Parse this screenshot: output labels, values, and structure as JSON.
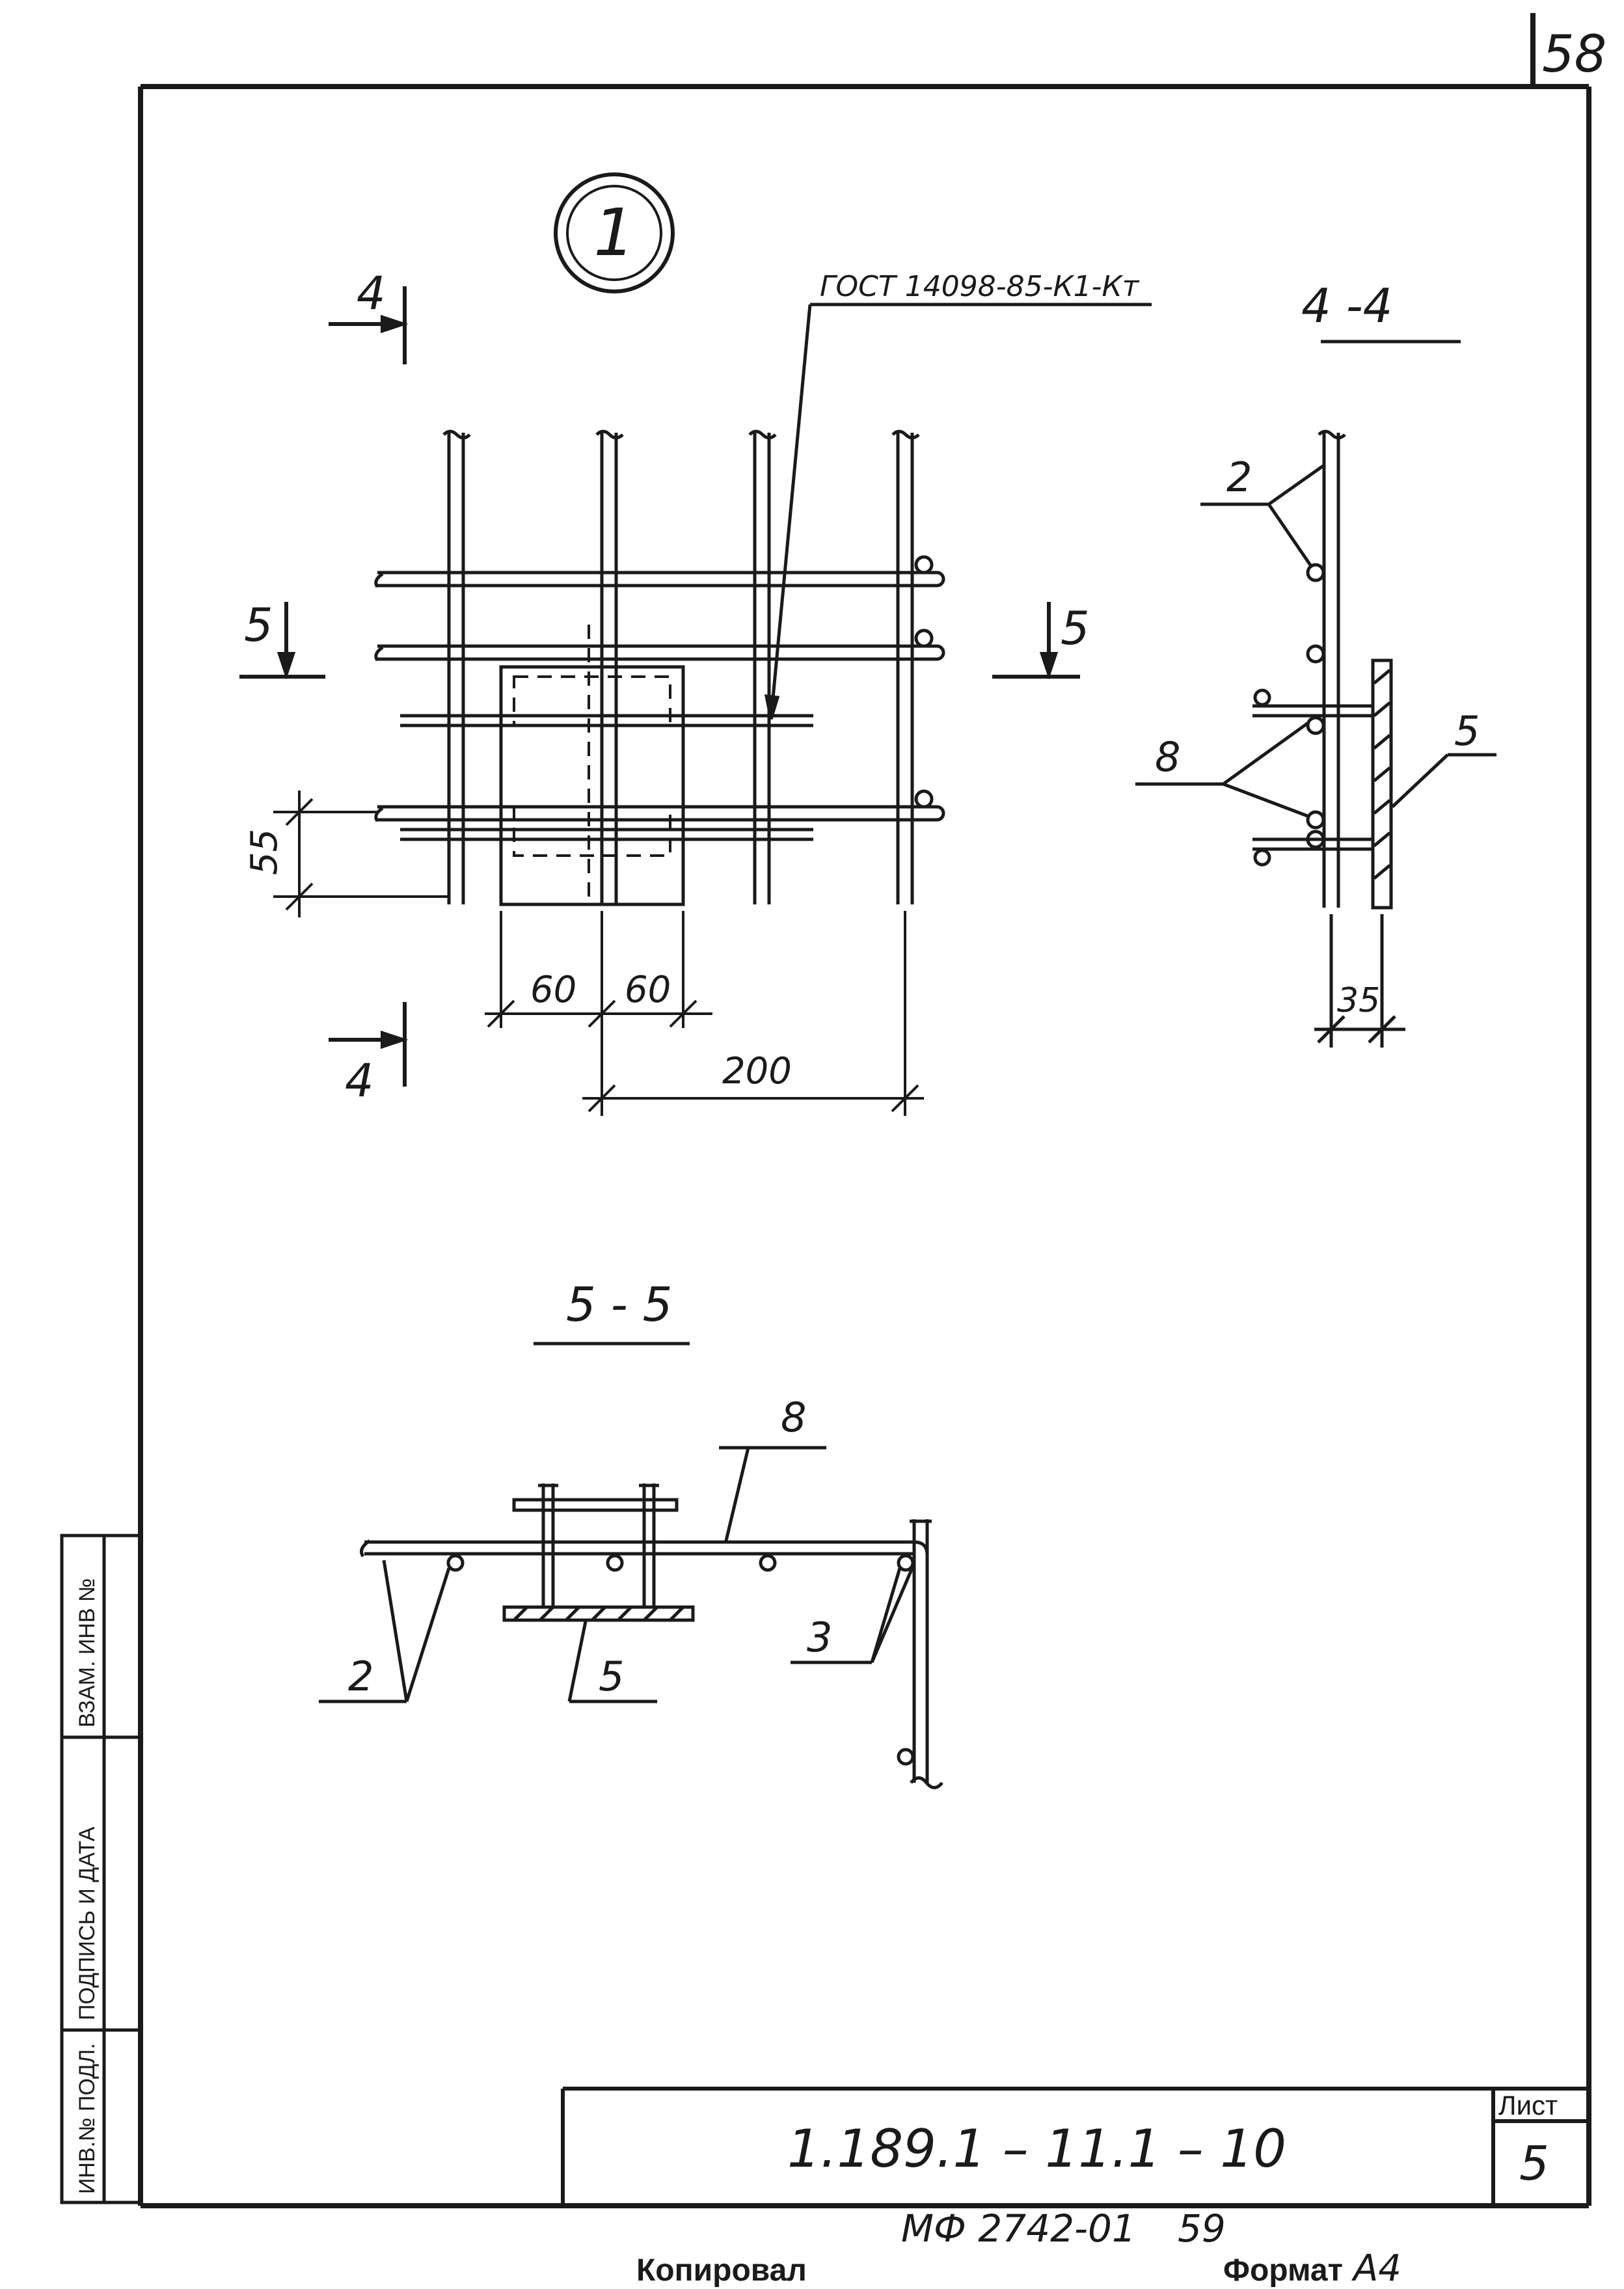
{
  "sheet_corner_number": "58",
  "detail": {
    "marker": "1",
    "weld_note": "ГОСТ 14098-85-К1-Кт",
    "cut_4_label": "4",
    "cut_5_label": "5",
    "dims": {
      "d55": "55",
      "d60a": "60",
      "d60b": "60",
      "d200": "200"
    }
  },
  "section_4_4": {
    "title": "4 -4",
    "callouts": {
      "c2": "2",
      "c8": "8",
      "c5": "5"
    },
    "dims": {
      "d35": "35"
    }
  },
  "section_5_5": {
    "title": "5 - 5",
    "callouts": {
      "c8": "8",
      "c2": "2",
      "c5": "5",
      "c3": "3"
    }
  },
  "side_stamp": {
    "col1": "ИНВ.№ ПОДЛ.",
    "col2": "ПОДПИСЬ И ДАТА",
    "col3": "ВЗАМ. ИНВ №"
  },
  "title_block": {
    "designation": "1.189.1 – 11.1 – 10",
    "sheet_label": "Лист",
    "sheet_number": "5"
  },
  "footer": {
    "order_number": "МФ 2742-01",
    "order_page": "59",
    "copied_by": "Копировал",
    "format_label": "Формат",
    "format_value": "А4"
  }
}
